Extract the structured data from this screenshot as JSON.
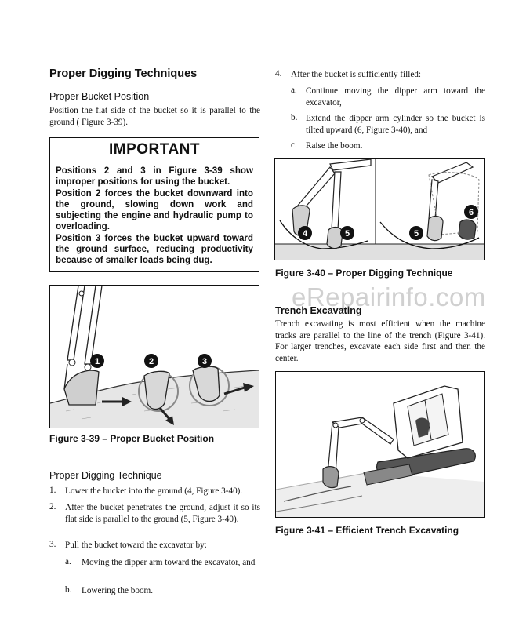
{
  "left": {
    "heading": "Proper Digging Techniques",
    "subheading": "Proper Bucket Position",
    "intro": "Position the flat side of the bucket so it is parallel to the ground ( Figure 3-39).",
    "important": {
      "title": "IMPORTANT",
      "lines": [
        "Positions 2 and 3 in Figure 3-39 show improper positions for using the bucket.",
        "Position 2 forces the bucket downward into the ground, slowing down work and subjecting the engine and hydraulic pump to overloading.",
        "Position 3 forces the bucket upward toward the ground surface, reducing productivity because of smaller loads being dug."
      ]
    },
    "fig39": {
      "caption": "Figure 3-39 – Proper Bucket Position",
      "callouts": [
        "1",
        "2",
        "3"
      ]
    },
    "technique": {
      "subheading": "Proper Digging Technique",
      "steps": [
        {
          "num": "1.",
          "text": "Lower the bucket into the ground (4, Figure 3-40)."
        },
        {
          "num": "2.",
          "text": "After the bucket penetrates the ground, adjust it so its flat side is parallel to the ground (5, Figure 3-40)."
        },
        {
          "num": "3.",
          "text": "Pull the bucket toward the excavator by:"
        }
      ],
      "sub_steps": [
        {
          "letter": "a.",
          "text": "Moving the dipper arm toward the excavator, and"
        },
        {
          "letter": "b.",
          "text": "Lowering the boom."
        }
      ]
    }
  },
  "right": {
    "step4": {
      "num": "4.",
      "text": "After the bucket is sufficiently filled:"
    },
    "step4_sub": [
      {
        "letter": "a.",
        "text": "Continue moving the dipper arm toward the excavator,"
      },
      {
        "letter": "b.",
        "text": "Extend the dipper arm cylinder so the bucket is tilted upward (6, Figure 3-40), and"
      },
      {
        "letter": "c.",
        "text": "Raise the boom."
      }
    ],
    "fig40": {
      "caption": "Figure 3-40 – Proper Digging Technique",
      "callouts": [
        "4",
        "5",
        "5",
        "6"
      ]
    },
    "trench": {
      "heading": "Trench Excavating",
      "text": "Trench excavating is most efficient when the machine tracks are parallel to the line of the trench (Figure 3-41). For larger trenches, excavate each side first and then the center."
    },
    "fig41": {
      "caption": "Figure 3-41 – Efficient Trench Excavating"
    }
  },
  "watermark": "eRepairinfo.com"
}
